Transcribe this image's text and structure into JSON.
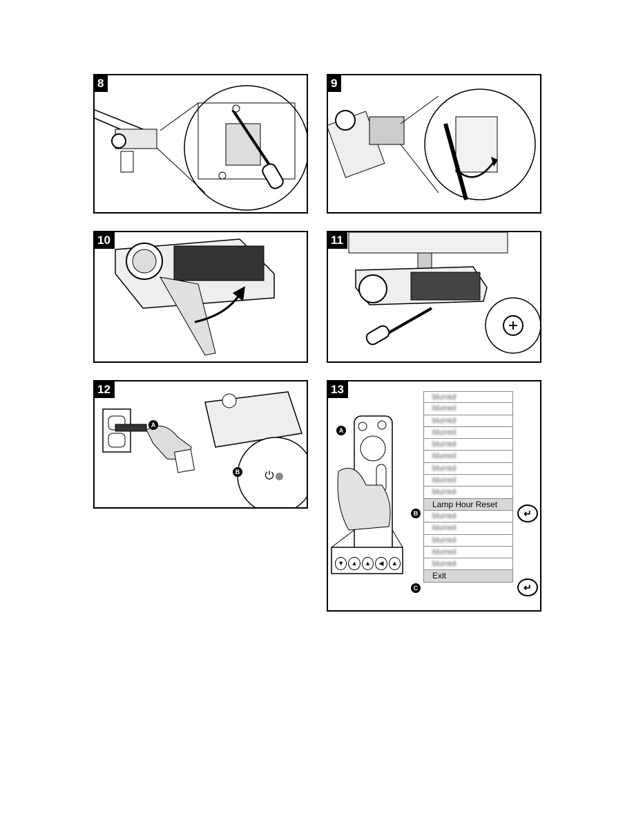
{
  "steps": [
    {
      "number": "8"
    },
    {
      "number": "9"
    },
    {
      "number": "10"
    },
    {
      "number": "11"
    },
    {
      "number": "12"
    },
    {
      "number": "13"
    }
  ],
  "callouts": {
    "step12_a": "A",
    "step12_b": "B",
    "step13_a": "A",
    "step13_b": "B",
    "step13_c": "C"
  },
  "osd_menu": {
    "items": [
      {
        "label": "blurred",
        "state": "blurred"
      },
      {
        "label": "blurred",
        "state": "blurred"
      },
      {
        "label": "blurred",
        "state": "blurred"
      },
      {
        "label": "blurred",
        "state": "blurred"
      },
      {
        "label": "blurred",
        "state": "blurred"
      },
      {
        "label": "blurred",
        "state": "blurred"
      },
      {
        "label": "blurred",
        "state": "blurred"
      },
      {
        "label": "blurred",
        "state": "blurred"
      },
      {
        "label": "blurred",
        "state": "blurred"
      },
      {
        "label": "Lamp Hour Reset",
        "state": "highlighted"
      },
      {
        "label": "blurred",
        "state": "blurred"
      },
      {
        "label": "blurred",
        "state": "blurred"
      },
      {
        "label": "blurred",
        "state": "blurred"
      },
      {
        "label": "blurred",
        "state": "blurred"
      },
      {
        "label": "blurred",
        "state": "blurred"
      },
      {
        "label": "Exit",
        "state": "highlighted"
      }
    ]
  },
  "icons": {
    "enter": "enter-return-icon",
    "power": "power-icon",
    "nav_down": "triangle-down-icon",
    "nav_up": "triangle-up-icon",
    "nav_left": "triangle-left-icon"
  }
}
